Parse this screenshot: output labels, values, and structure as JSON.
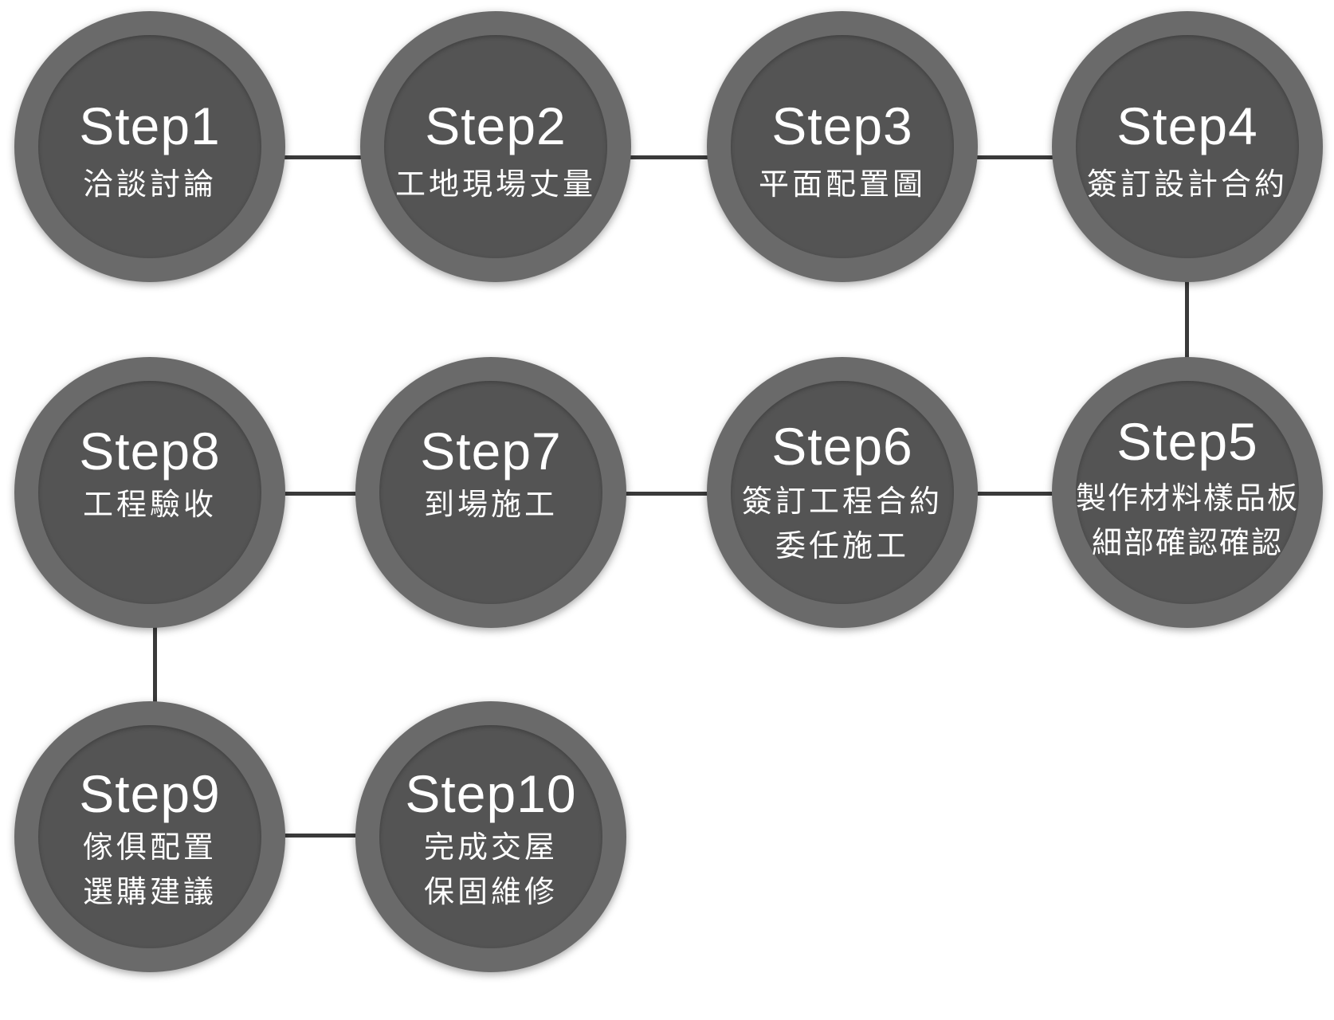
{
  "colors": {
    "ring": "#6a6a6a",
    "disc": "#545454",
    "connector": "#3a3a3a",
    "text": "#ffffff",
    "background": "#ffffff"
  },
  "steps": [
    {
      "title": "Step1",
      "lines": [
        "洽談討論"
      ]
    },
    {
      "title": "Step2",
      "lines": [
        "工地現場丈量"
      ]
    },
    {
      "title": "Step3",
      "lines": [
        "平面配置圖"
      ]
    },
    {
      "title": "Step4",
      "lines": [
        "簽訂設計合約"
      ]
    },
    {
      "title": "Step5",
      "lines": [
        "製作材料樣品板",
        "細部確認確認"
      ]
    },
    {
      "title": "Step6",
      "lines": [
        "簽訂工程合約",
        "委任施工"
      ]
    },
    {
      "title": "Step7",
      "lines": [
        "到場施工"
      ]
    },
    {
      "title": "Step8",
      "lines": [
        "工程驗收"
      ]
    },
    {
      "title": "Step9",
      "lines": [
        "傢俱配置",
        "選購建議"
      ]
    },
    {
      "title": "Step10",
      "lines": [
        "完成交屋",
        "保固維修"
      ]
    }
  ]
}
